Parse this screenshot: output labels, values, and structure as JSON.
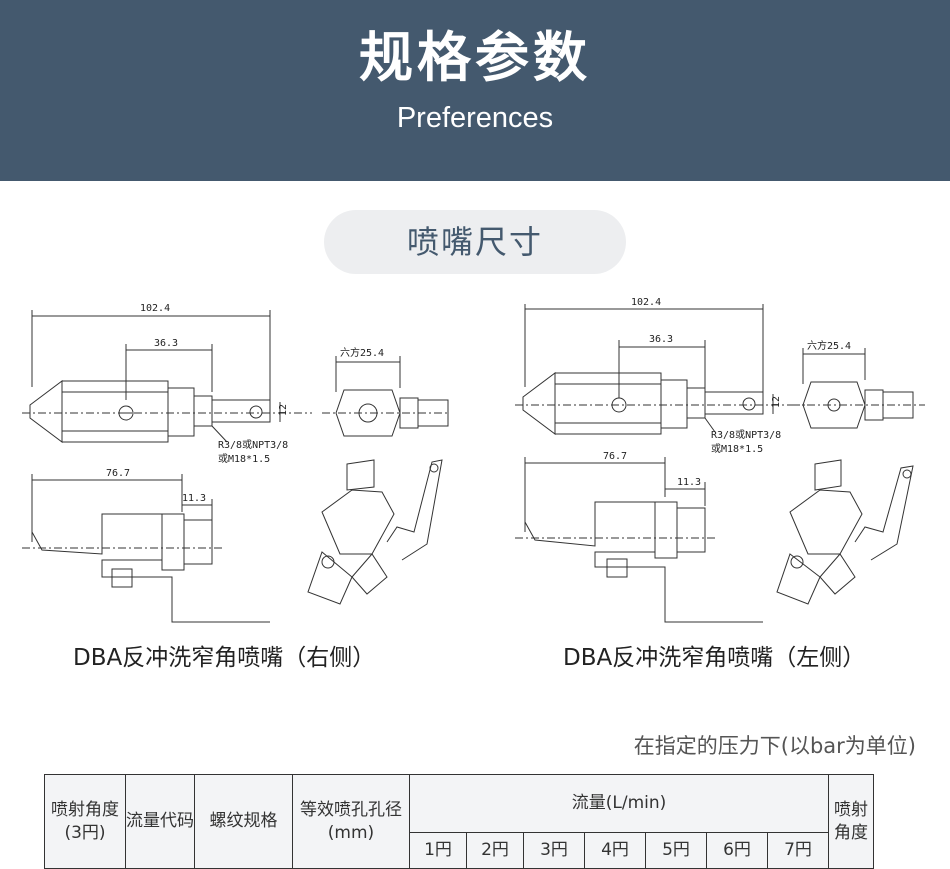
{
  "header": {
    "title": "规格参数",
    "subtitle": "Preferences"
  },
  "section": {
    "title": "喷嘴尺寸"
  },
  "drawings": [
    {
      "dimensions": {
        "overall_length": "102.4",
        "mid_length": "36.3",
        "hex": "六方25.4",
        "width": "12",
        "thread_line1": "R3/8或NPT3/8",
        "thread_line2": "或M18*1.5",
        "side_length": "76.7",
        "thread_length": "11.3"
      },
      "caption": "DBA反冲洗窄角喷嘴（右侧）"
    },
    {
      "dimensions": {
        "overall_length": "102.4",
        "mid_length": "36.3",
        "hex": "六方25.4",
        "width": "12",
        "thread_line1": "R3/8或NPT3/8",
        "thread_line2": "或M18*1.5",
        "side_length": "76.7",
        "thread_length": "11.3"
      },
      "caption": "DBA反冲洗窄角喷嘴（左侧）"
    }
  ],
  "table": {
    "note": "在指定的压力下(以bar为单位)",
    "headers": {
      "spray_angle": "喷射角度(3円)",
      "flow_code": "流量代码",
      "thread": "螺纹规格",
      "orifice": "等效喷孔孔径(mm)",
      "flow": "流量(L/min)",
      "spray_angle_right": "喷射角度"
    },
    "pressures": [
      "1円",
      "2円",
      "3円",
      "4円",
      "5円",
      "6円",
      "7円"
    ]
  }
}
